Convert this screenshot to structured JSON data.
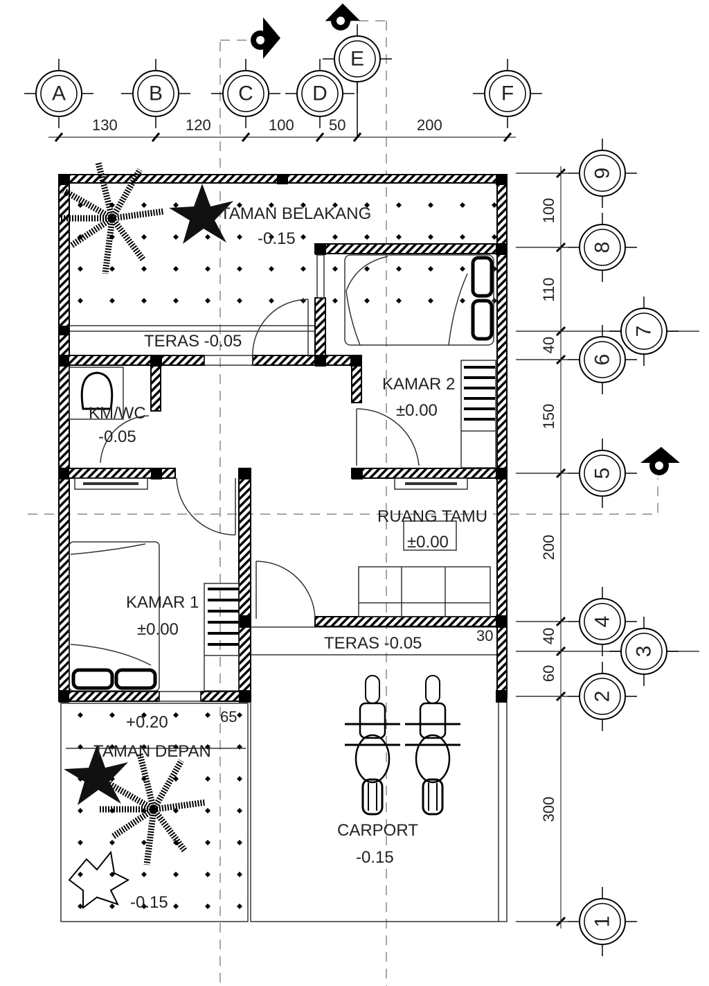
{
  "grid_columns": [
    "A",
    "B",
    "C",
    "D",
    "E",
    "F"
  ],
  "grid_rows": [
    "1",
    "2",
    "3",
    "4",
    "5",
    "6",
    "7",
    "8",
    "9"
  ],
  "dims_horizontal": [
    "130",
    "120",
    "100",
    "50",
    "200"
  ],
  "dims_vertical": [
    "100",
    "110",
    "40",
    "150",
    "200",
    "40",
    "60",
    "300"
  ],
  "rooms": {
    "taman_belakang": {
      "name": "TAMAN BELAKANG",
      "level": "-0.15"
    },
    "teras_belakang": {
      "name": "TERAS -0.05"
    },
    "kmwc": {
      "name": "KM/WC",
      "level": "-0.05"
    },
    "kamar2": {
      "name": "KAMAR 2",
      "level": "±0.00"
    },
    "ruang_tamu": {
      "name": "RUANG TAMU",
      "level": "±0.00"
    },
    "kamar1": {
      "name": "KAMAR 1",
      "level": "±0.00"
    },
    "teras_depan": {
      "name": "TERAS -0.05",
      "dim": "30"
    },
    "taman_depan": {
      "name": "TAMAN DEPAN",
      "level_top": "+0.20",
      "level": "-0.15",
      "dim": "65"
    },
    "carport": {
      "name": "CARPORT",
      "level": "-0.15"
    }
  }
}
